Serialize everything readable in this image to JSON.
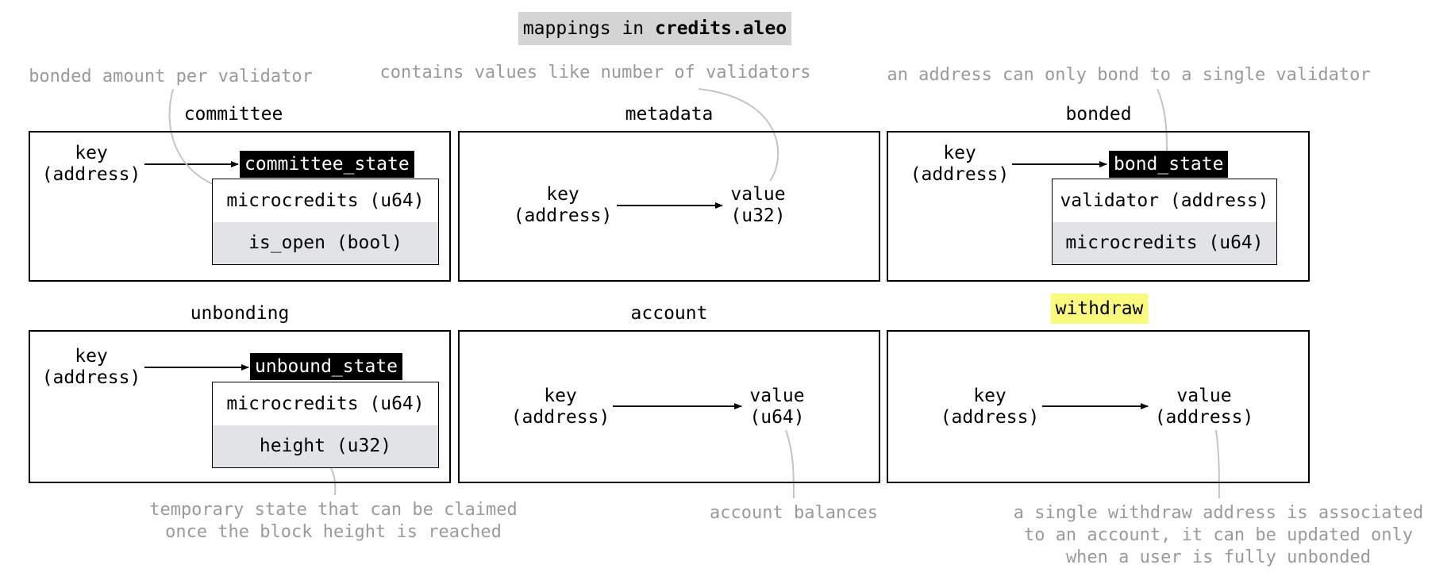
{
  "title": {
    "prefix": "mappings in ",
    "name": "credits.aleo"
  },
  "mappings": {
    "committee": {
      "label": "committee",
      "key": [
        "key",
        "(address)"
      ],
      "struct_name": "committee_state",
      "fields": [
        "microcredits (u64)",
        "is_open (bool)"
      ],
      "note": "bonded amount per validator"
    },
    "metadata": {
      "label": "metadata",
      "key": [
        "key",
        "(address)"
      ],
      "value": [
        "value",
        "(u32)"
      ],
      "note": "contains values like number of validators"
    },
    "bonded": {
      "label": "bonded",
      "key": [
        "key",
        "(address)"
      ],
      "struct_name": "bond_state",
      "fields": [
        "validator (address)",
        "microcredits (u64)"
      ],
      "note": "an address can only bond to a single validator"
    },
    "unbonding": {
      "label": "unbonding",
      "key": [
        "key",
        "(address)"
      ],
      "struct_name": "unbound_state",
      "fields": [
        "microcredits (u64)",
        "height (u32)"
      ],
      "note": [
        "temporary state that can be claimed",
        "once the block height is reached"
      ]
    },
    "account": {
      "label": "account",
      "key": [
        "key",
        "(address)"
      ],
      "value": [
        "value",
        "(u64)"
      ],
      "note": "account balances"
    },
    "withdraw": {
      "label": "withdraw",
      "highlight_color": "#fafa7c",
      "key": [
        "key",
        "(address)"
      ],
      "value": [
        "value",
        "(address)"
      ],
      "note": [
        "a single withdraw address is associated",
        "to an account, it can be updated only",
        "when a user is fully unbonded"
      ]
    }
  },
  "colors": {
    "note_text": "#9a9a9a",
    "title_bg": "#d4d4d4",
    "struct_alt_row": "#e2e3e6",
    "highlight": "#fafa7c"
  }
}
